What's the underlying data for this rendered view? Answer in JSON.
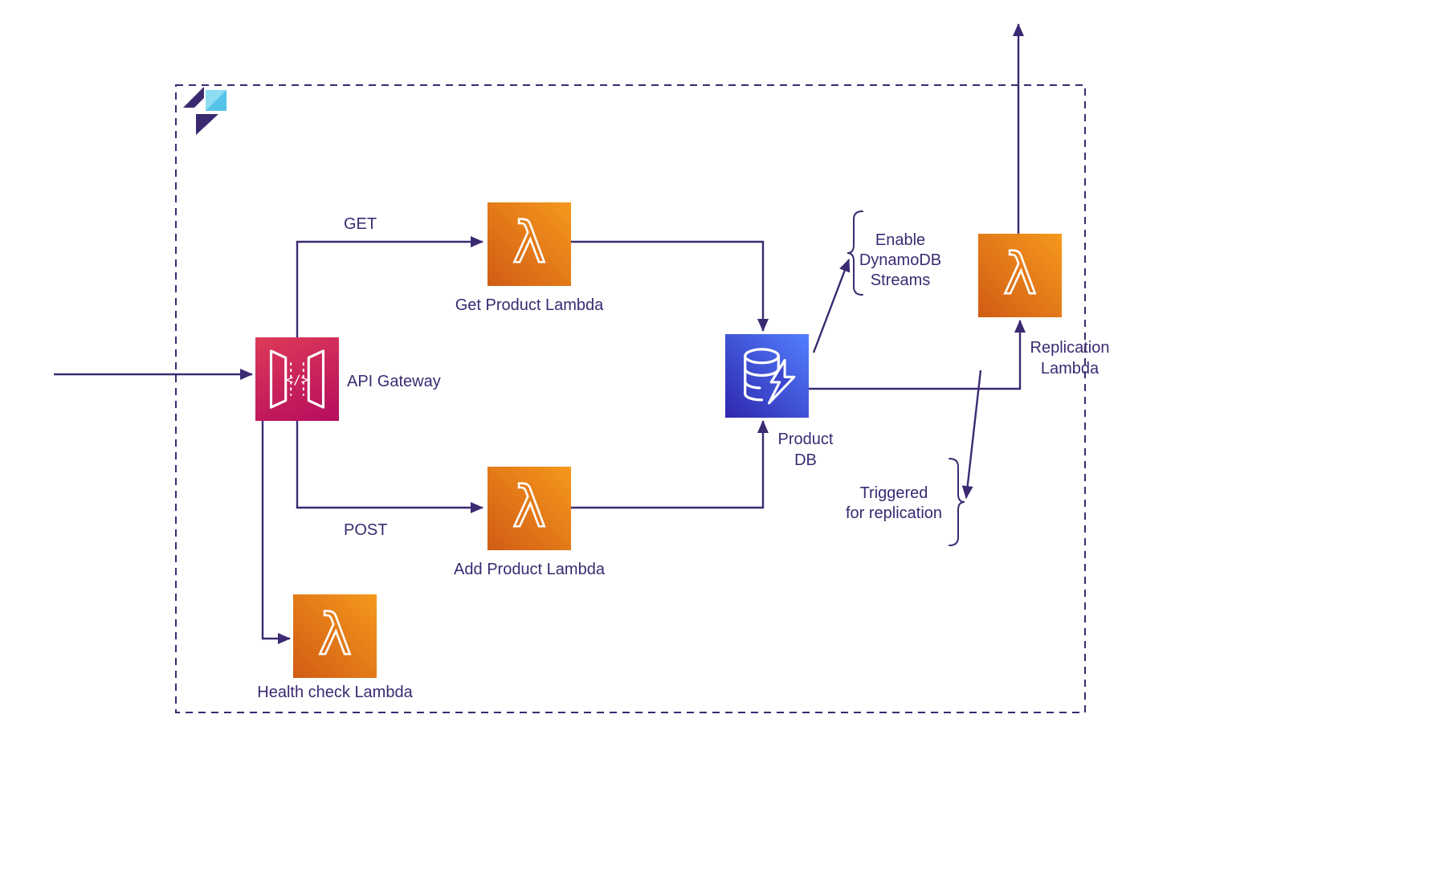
{
  "diagram": {
    "kind": "aws-serverless-architecture",
    "colors": {
      "line": "#3b2a72",
      "text": "#3b2a72",
      "lambda_gradient": [
        "#d05c15",
        "#f6981c"
      ],
      "api_gateway_gradient": [
        "#dd3a58",
        "#b50d5e"
      ],
      "dynamodb_gradient": [
        "#2e27ad",
        "#527fff"
      ],
      "logo_purple": "#3b2a70",
      "logo_cyan": "#5ec9ec"
    }
  },
  "icons": {
    "lambda_glyph": "λ",
    "api_gateway_glyph": "</>"
  },
  "nodes": {
    "api_gateway": {
      "label": "API Gateway",
      "icon": "api-gateway-icon"
    },
    "get_lambda": {
      "label": "Get Product Lambda",
      "icon": "lambda-icon"
    },
    "add_lambda": {
      "label": "Add Product Lambda",
      "icon": "lambda-icon"
    },
    "health_lambda": {
      "label": "Health check Lambda",
      "icon": "lambda-icon"
    },
    "product_db": {
      "label_lines": [
        "Product",
        "DB"
      ],
      "icon": "dynamodb-icon"
    },
    "replication_lambda": {
      "label_lines": [
        "Replication",
        "Lambda"
      ],
      "icon": "lambda-icon"
    }
  },
  "edges": {
    "get_label": "GET",
    "post_label": "POST"
  },
  "annotations": {
    "streams": {
      "lines": [
        "Enable",
        "DynamoDB",
        "Streams"
      ]
    },
    "trigger": {
      "lines": [
        "Triggered",
        "for replication"
      ]
    }
  }
}
